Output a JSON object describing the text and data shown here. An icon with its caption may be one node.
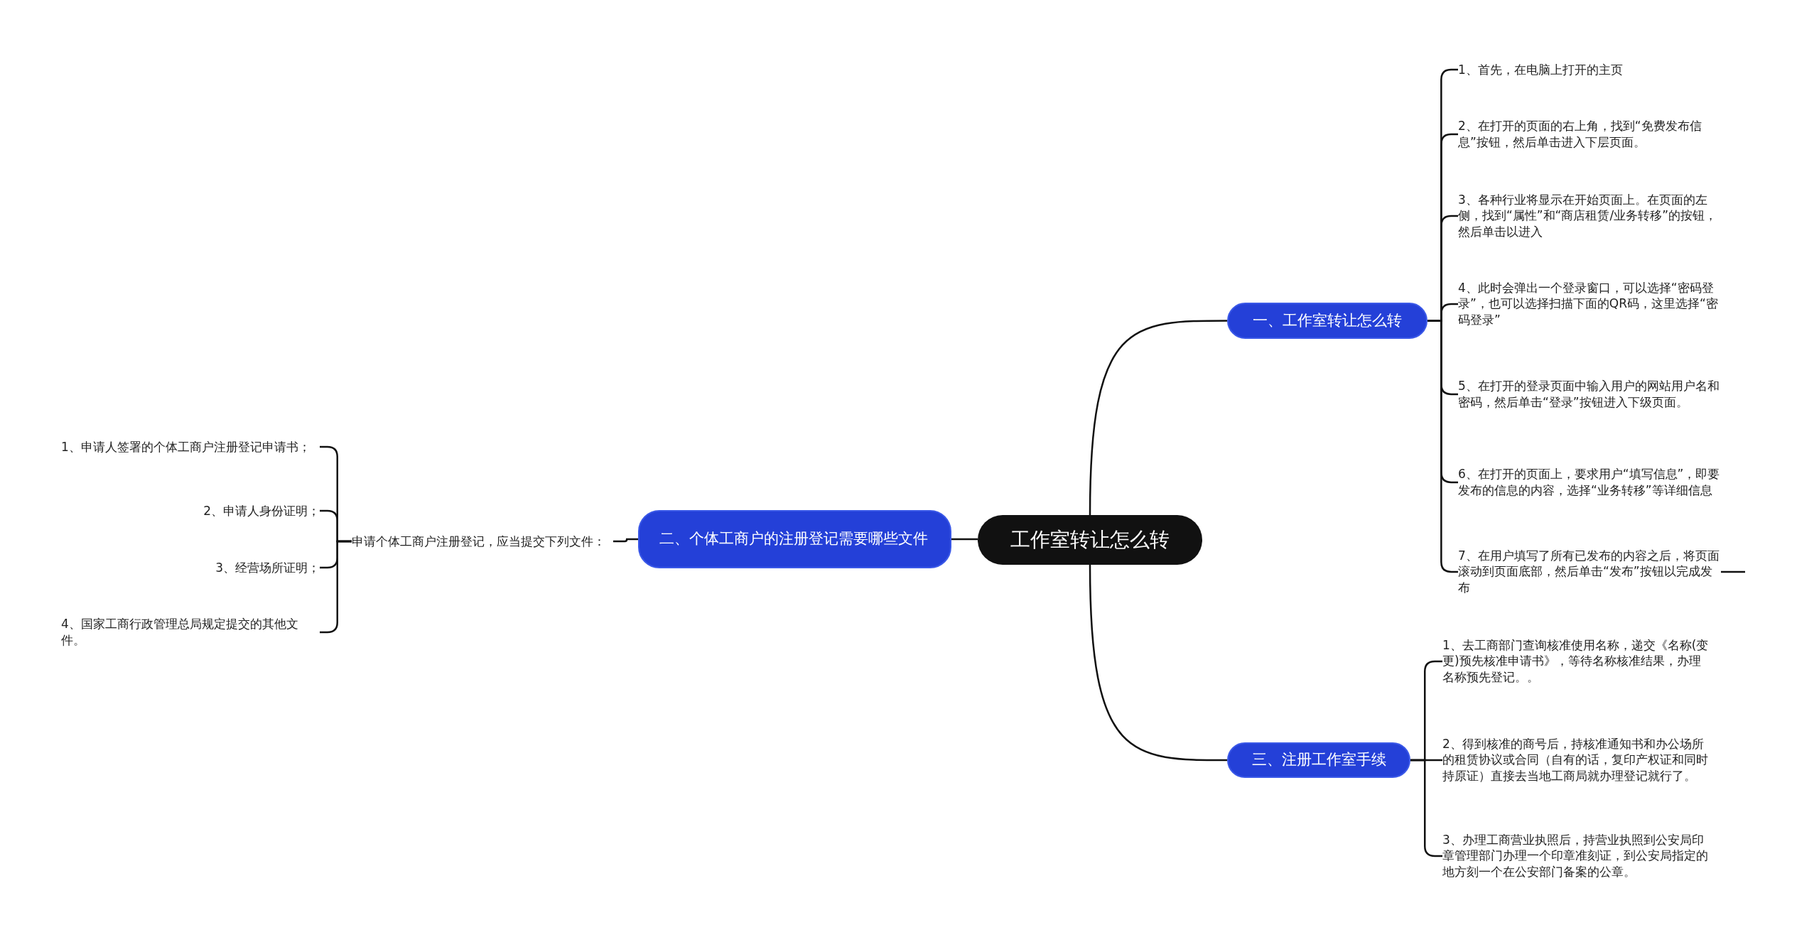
{
  "diagram": {
    "nodes": [
      {
        "text": [
          "工作室转让怎么转"
        ]
      },
      {
        "text": [
          "一、工作室转让怎么转"
        ]
      },
      {
        "text": [
          "1、首先，在电脑上打开的主页"
        ]
      },
      {
        "text": [
          "2、在打开的页面的右上角，找到“免费发布信息”按钮，然后单击进入下层页面。"
        ]
      },
      {
        "text": [
          "3、各种行业将显示在开始页面上。在页面的左侧，找到“属性”和“商店租赁/业务转移”的按钮，然后单击以进入"
        ]
      },
      {
        "text": [
          "4、此时会弹出一个登录窗口，可以选择“密码登录”，也可以选择扫描下面的QR码，这里选择“密码登录”"
        ]
      },
      {
        "text": [
          "5、在打开的登录页面中输入用户的网站用户名和密码，然后单击“登录”按钮进入下级页面。"
        ]
      },
      {
        "text": [
          "6、在打开的页面上，要求用户“填写信息”，即要发布的信息的内容，选择“业务转移”等详细信息"
        ]
      },
      {
        "text": [
          "7、在用户填写了所有已发布的内容之后，将页面滚动到页面底部，然后单击“发布”按钮以完成发布"
        ]
      },
      {
        "text": [
          "二、个体工商户的注册登记需要哪些文件"
        ]
      },
      {
        "text": [
          "申请个体工商户注册登记，应当提交下列文件："
        ]
      },
      {
        "text": [
          "1、申请人签署的个体工商户注册登记申请书；"
        ]
      },
      {
        "text": [
          "2、申请人身份证明；"
        ]
      },
      {
        "text": [
          "3、经营场所证明；"
        ]
      },
      {
        "text": [
          "4、国家工商行政管理总局规定提交的其他文件。"
        ]
      },
      {
        "text": [
          "三、注册工作室手续"
        ]
      },
      {
        "text": [
          "1、去工商部门查询核准使用名称，递交《名称(变更)预先核准申请书》，等待名称核准结果，办理名称预先登记。。"
        ]
      },
      {
        "text": [
          "2、得到核准的商号后，持核准通知书和办公场所的租赁协议或合同（自有的话，复印产权证和同时持原证）直接去当地工商局就办理登记就行了。"
        ]
      },
      {
        "text": [
          "3、办理工商营业执照后，持营业执照到公安局印章管理部门办理一个印章准刻证，到公安局指定的地方刻一个在公安部门备案的公章。"
        ]
      }
    ],
    "edges": [
      {
        "from": 0,
        "to": 1,
        "arrow": "none"
      },
      {
        "from": 1,
        "to": 2,
        "arrow": "none"
      },
      {
        "from": 1,
        "to": 3,
        "arrow": "none"
      },
      {
        "from": 1,
        "to": 4,
        "arrow": "none"
      },
      {
        "from": 1,
        "to": 5,
        "arrow": "none"
      },
      {
        "from": 1,
        "to": 6,
        "arrow": "none"
      },
      {
        "from": 1,
        "to": 7,
        "arrow": "none"
      },
      {
        "from": 1,
        "to": 8,
        "arrow": "none"
      },
      {
        "from": 8,
        "to": null,
        "arrow": "none"
      },
      {
        "from": 0,
        "to": 9,
        "arrow": "none"
      },
      {
        "from": 9,
        "to": 10,
        "arrow": "none"
      },
      {
        "from": 10,
        "to": 11,
        "arrow": "none"
      },
      {
        "from": 10,
        "to": 12,
        "arrow": "none"
      },
      {
        "from": 10,
        "to": 13,
        "arrow": "none"
      },
      {
        "from": 10,
        "to": 14,
        "arrow": "none"
      },
      {
        "from": 0,
        "to": 15,
        "arrow": "none"
      },
      {
        "from": 15,
        "to": 16,
        "arrow": "none"
      },
      {
        "from": 15,
        "to": 17,
        "arrow": "none"
      },
      {
        "from": 15,
        "to": 18,
        "arrow": "none"
      }
    ]
  }
}
